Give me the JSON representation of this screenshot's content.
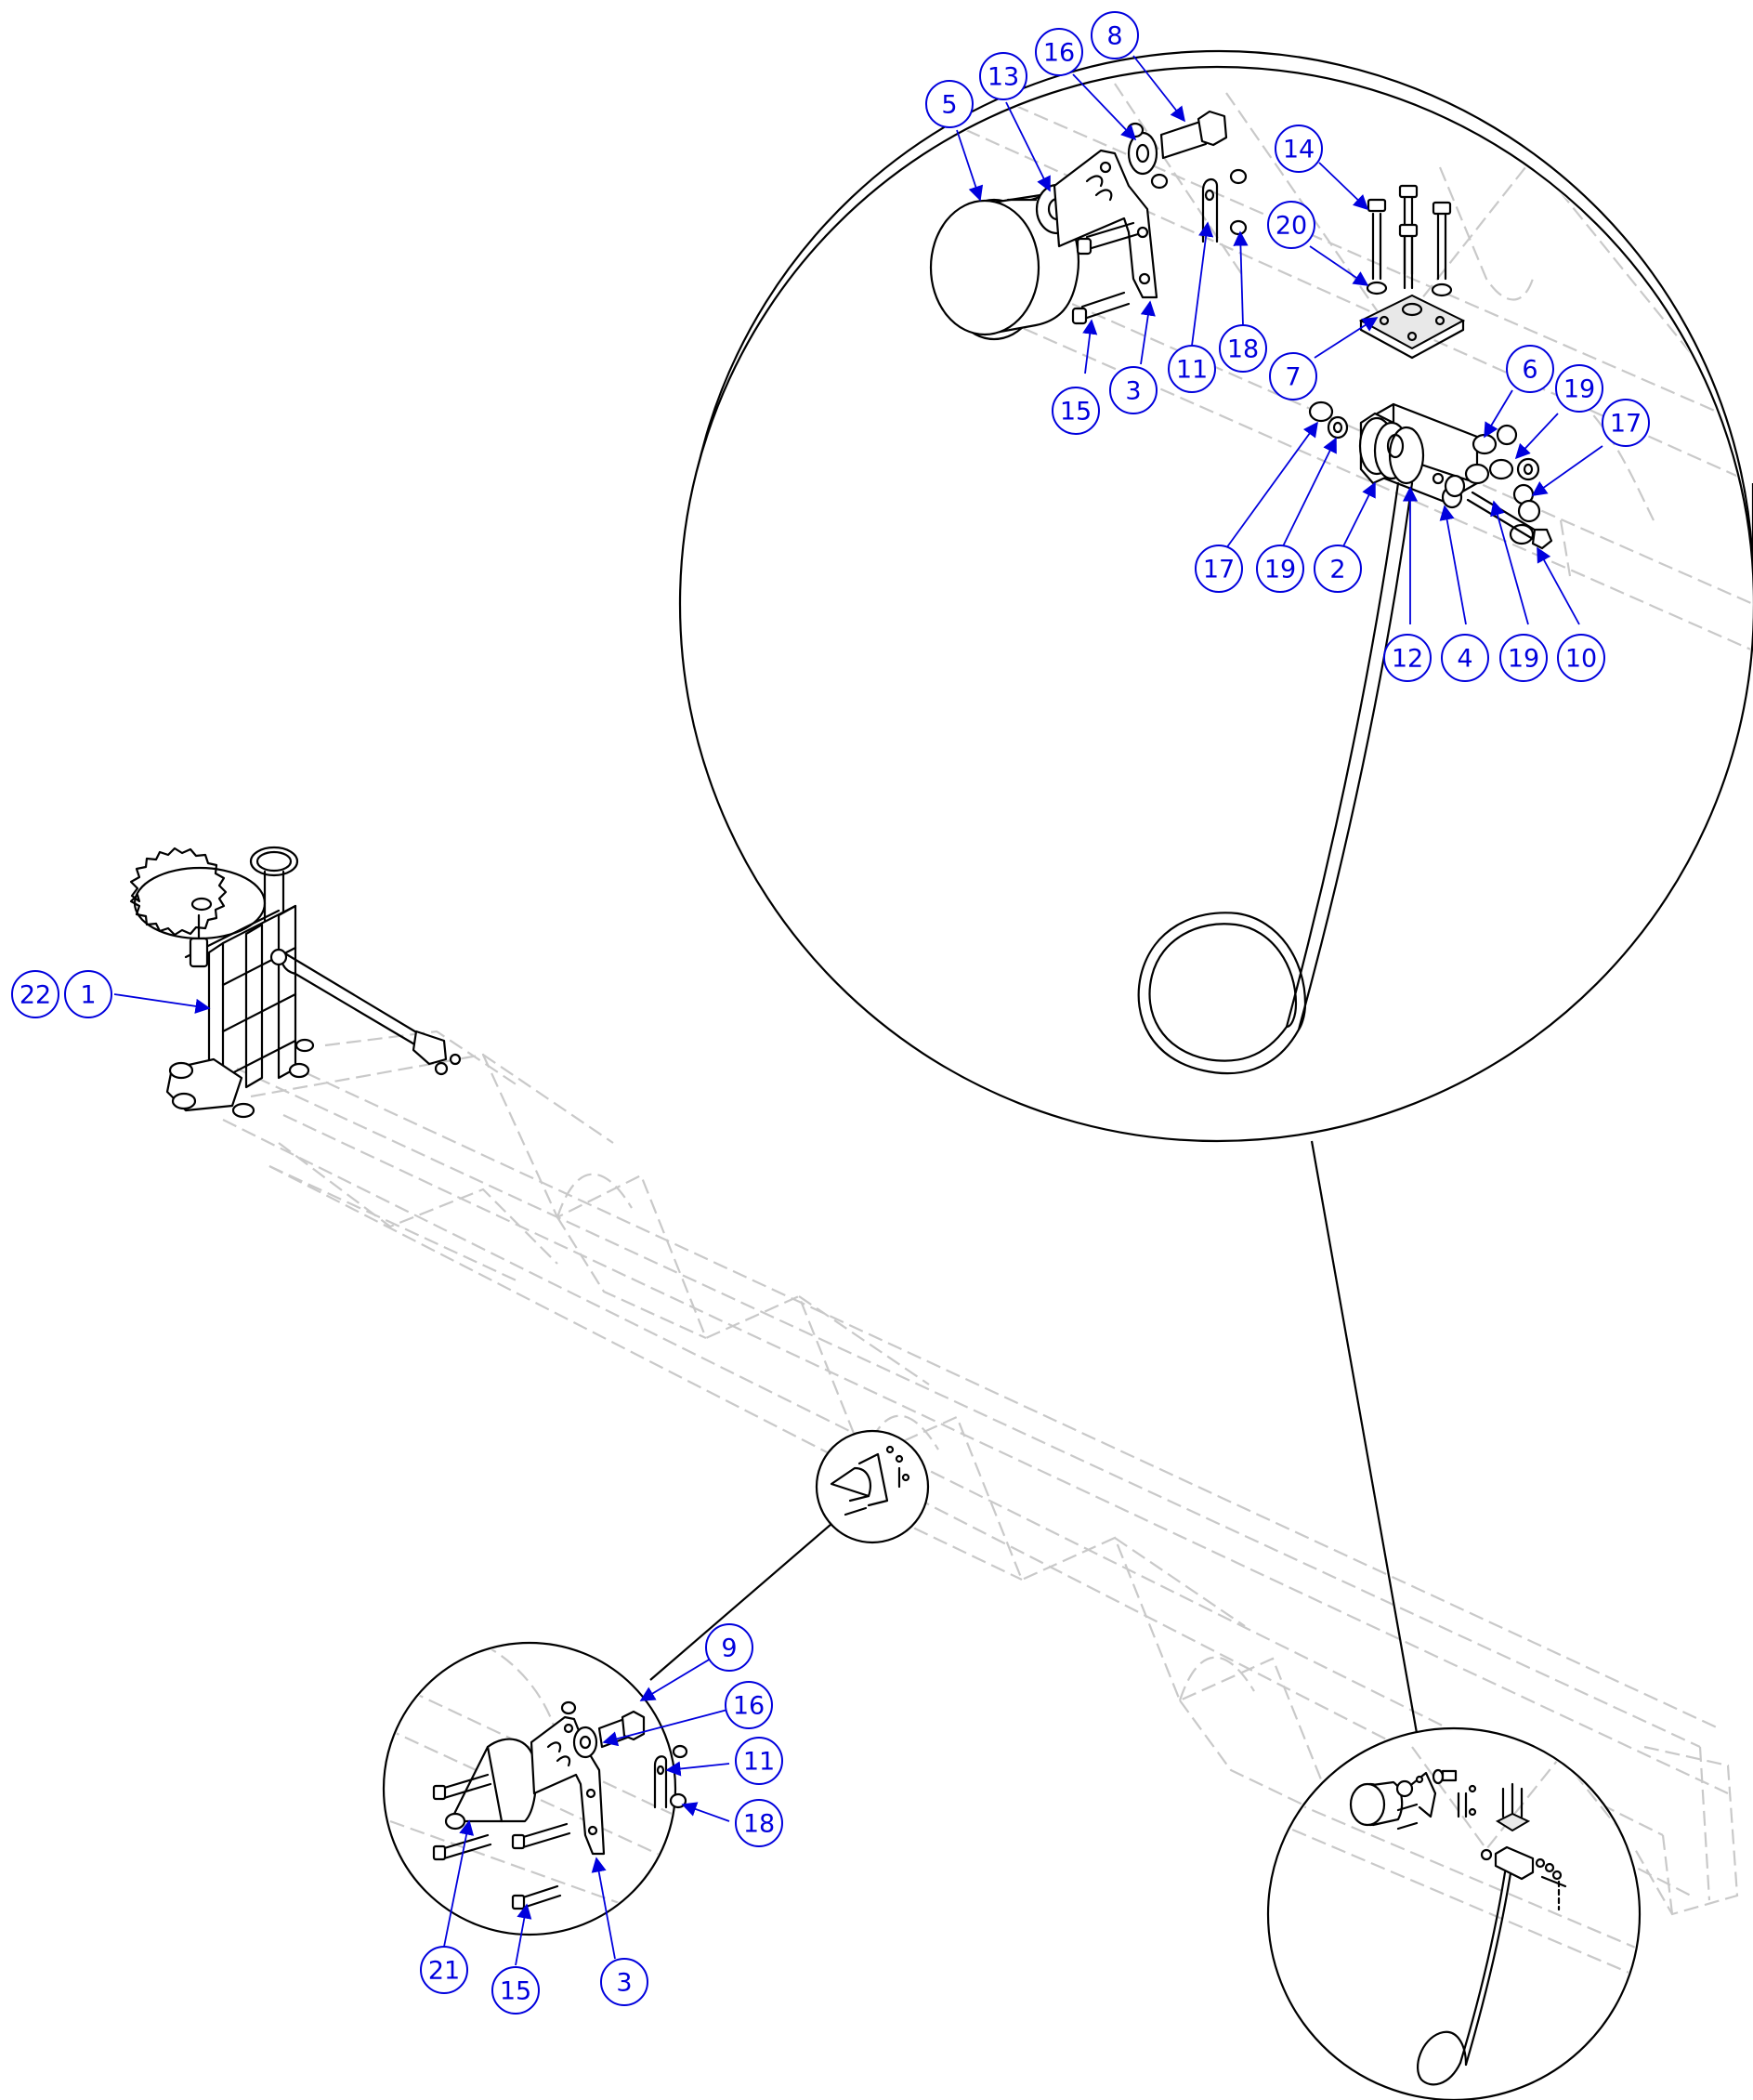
{
  "diagram": {
    "accent_color": "#0000dd",
    "part_labels": [
      {
        "id": "b22",
        "num": "22"
      },
      {
        "id": "b1",
        "num": "1"
      },
      {
        "id": "b5",
        "num": "5"
      },
      {
        "id": "b13",
        "num": "13"
      },
      {
        "id": "b16a",
        "num": "16"
      },
      {
        "id": "b8",
        "num": "8"
      },
      {
        "id": "b14",
        "num": "14"
      },
      {
        "id": "b20",
        "num": "20"
      },
      {
        "id": "b11a",
        "num": "11"
      },
      {
        "id": "b18a",
        "num": "18"
      },
      {
        "id": "b7",
        "num": "7"
      },
      {
        "id": "b15a",
        "num": "15"
      },
      {
        "id": "b3a",
        "num": "3"
      },
      {
        "id": "b6",
        "num": "6"
      },
      {
        "id": "b19a",
        "num": "19"
      },
      {
        "id": "b17a",
        "num": "17"
      },
      {
        "id": "b17b",
        "num": "17"
      },
      {
        "id": "b19b",
        "num": "19"
      },
      {
        "id": "b2",
        "num": "2"
      },
      {
        "id": "b12",
        "num": "12"
      },
      {
        "id": "b4",
        "num": "4"
      },
      {
        "id": "b19c",
        "num": "19"
      },
      {
        "id": "b10",
        "num": "10"
      },
      {
        "id": "b9",
        "num": "9"
      },
      {
        "id": "b16b",
        "num": "16"
      },
      {
        "id": "b11b",
        "num": "11"
      },
      {
        "id": "b18b",
        "num": "18"
      },
      {
        "id": "b21",
        "num": "21"
      },
      {
        "id": "b15b",
        "num": "15"
      },
      {
        "id": "b3b",
        "num": "3"
      }
    ]
  }
}
